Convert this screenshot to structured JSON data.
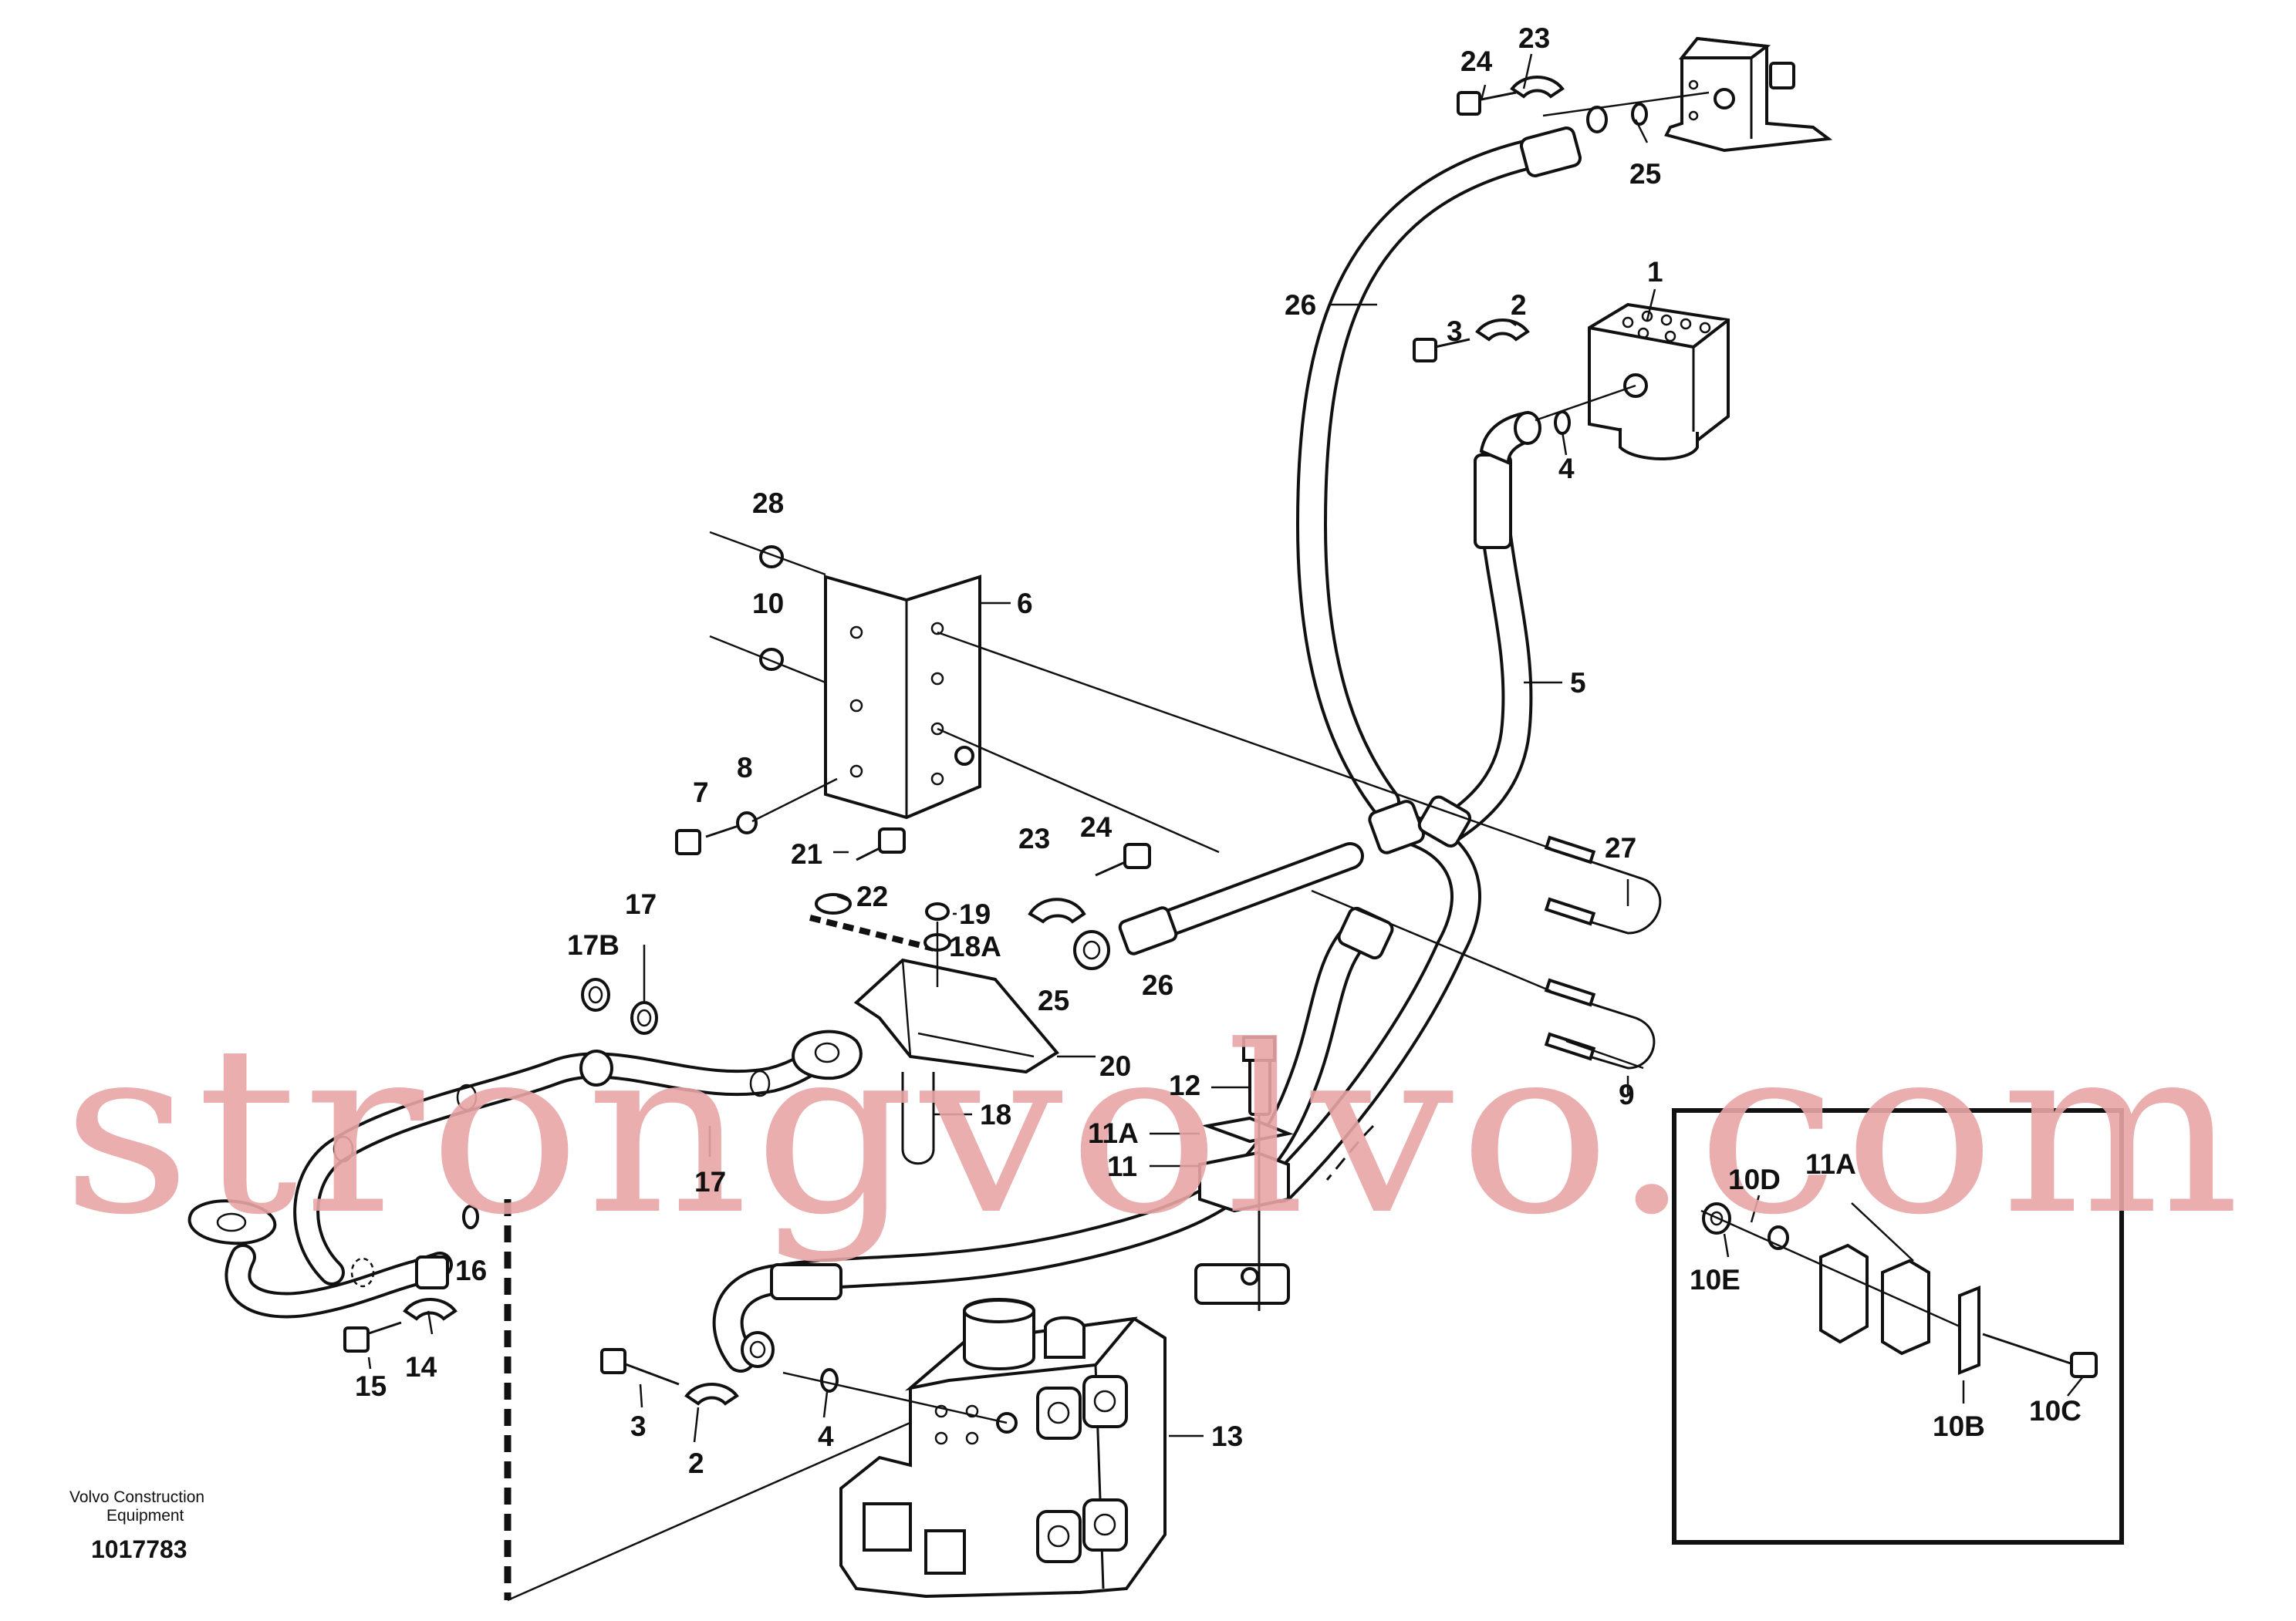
{
  "document": {
    "company_caption_line1": "Volvo Construction",
    "company_caption_line2": "Equipment",
    "drawing_number": "1017783"
  },
  "watermark": {
    "text": "strongvolvo.com",
    "color": "#e8a5a5"
  },
  "callouts": {
    "c1": "1",
    "c2a": "2",
    "c3a": "3",
    "c4a": "4",
    "c5": "5",
    "c6": "6",
    "c7": "7",
    "c8": "8",
    "c9": "9",
    "c10": "10",
    "c11": "11",
    "c11a": "11A",
    "c12": "12",
    "c13": "13",
    "c14": "14",
    "c15": "15",
    "c16": "16",
    "c17a": "17",
    "c17b": "17",
    "c17c": "17B",
    "c18": "18",
    "c18a": "18A",
    "c19": "19",
    "c20": "20",
    "c21": "21",
    "c22": "22",
    "c23a": "23",
    "c23b": "23",
    "c24a": "24",
    "c24b": "24",
    "c25a": "25",
    "c25b": "25",
    "c26a": "26",
    "c26b": "26",
    "c27": "27",
    "c28": "28",
    "c2b": "2",
    "c3b": "3",
    "c4b": "4"
  },
  "inset": {
    "c10b": "10B",
    "c10c": "10C",
    "c10d": "10D",
    "c10e": "10E",
    "c11a": "11A"
  }
}
